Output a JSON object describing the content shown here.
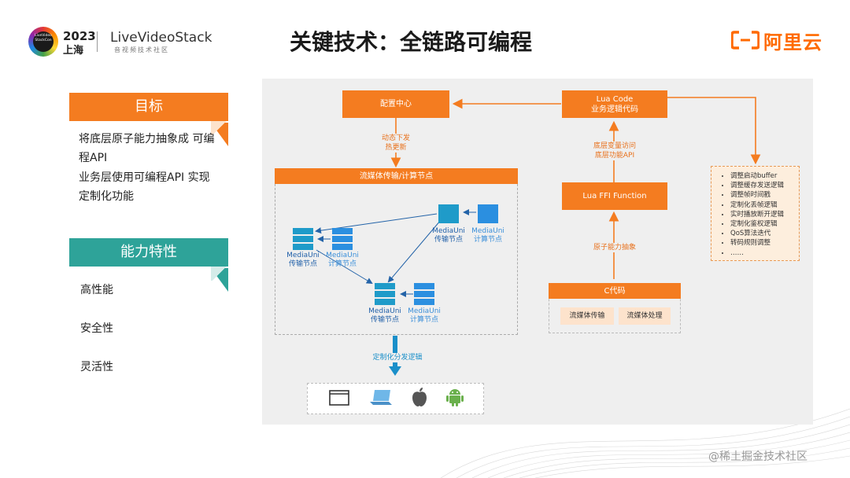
{
  "header": {
    "event_year": "2023",
    "event_city": "上海",
    "event_badge": "LiveVideo StackCon",
    "brand": "LiveVideoStack",
    "brand_sub": "音视频技术社区",
    "title": "关键技术：全链路可编程",
    "company_logo": "阿里云"
  },
  "left": {
    "goal_header": "目标",
    "goal_lines": [
      "将底层原子能力抽象成 可编",
      "程API",
      "业务层使用可编程API 实现",
      "定制化功能"
    ],
    "feature_header": "能力特性",
    "features": [
      "高性能",
      "安全性",
      "灵活性"
    ]
  },
  "diagram": {
    "config_center": "配置中心",
    "lua_code_line1": "Lua Code",
    "lua_code_line2": "业务逻辑代码",
    "dynamic_push_line1": "动态下发",
    "dynamic_push_line2": "热更新",
    "var_access_line1": "底层变量访问",
    "var_access_line2": "底层功能API",
    "streaming_node": "流媒体传输/计算节点",
    "lua_ffi": "Lua FFI Function",
    "atomic_abstraction": "原子能力抽象",
    "c_code": "C代码",
    "c_sub1": "流媒体传输",
    "c_sub2": "流媒体处理",
    "custom_dispatch": "定制化分发逻辑",
    "node_name": "MediaUni",
    "transport_node": "传输节点",
    "compute_node": "计算节点",
    "adjustments": [
      "调整启动buffer",
      "调整缓存发送逻辑",
      "调整帧时间戳",
      "定制化丢帧逻辑",
      "实时播放断开逻辑",
      "定制化鉴权逻辑",
      "QoS算法迭代",
      "转码规则调整",
      "……"
    ]
  },
  "colors": {
    "orange": "#f47c20",
    "teal": "#2ea399",
    "node_teal": "#1fa3c9",
    "node_blue": "#2b8fe0"
  },
  "icons": [
    "browser-window-icon",
    "laptop-icon",
    "apple-icon",
    "android-icon"
  ],
  "watermark": "@稀土掘金技术社区"
}
